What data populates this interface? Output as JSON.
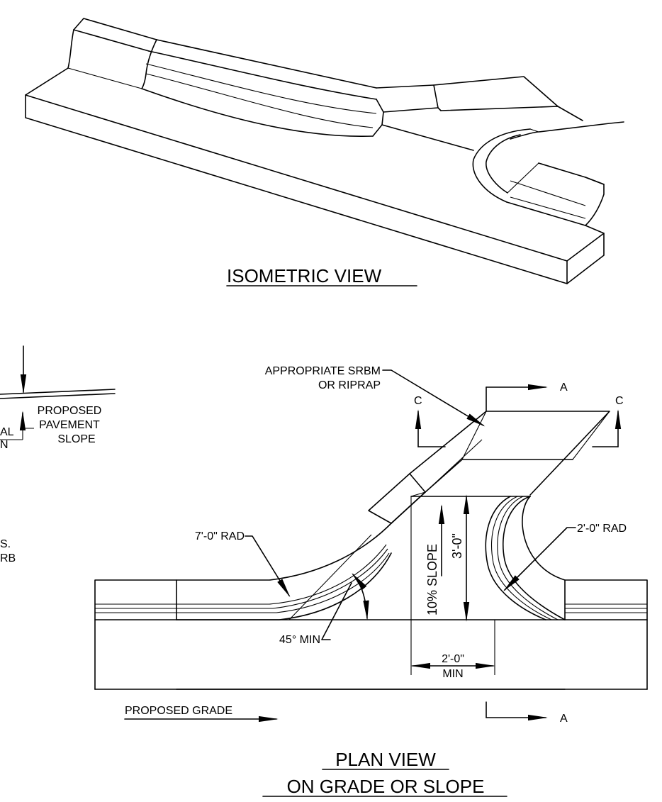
{
  "titles": {
    "isometric": "ISOMETRIC VIEW",
    "plan_line1": "PLAN VIEW",
    "plan_line2": "ON GRADE OR SLOPE"
  },
  "left_partial": {
    "proposed_1": "PROPOSED",
    "pavement": "PAVEMENT",
    "slope": "SLOPE",
    "frag_al": "AL",
    "frag_n": "N",
    "frag_s": "S.",
    "frag_rb": "RB"
  },
  "plan": {
    "srbm_1": "APPROPRIATE SRBM",
    "srbm_2": "OR RIPRAP",
    "section_a": "A",
    "section_c": "C",
    "rad_7": "7'-0\" RAD",
    "rad_2": "2'-0\" RAD",
    "slope_pct": "10% SLOPE",
    "height": "3'-0\"",
    "angle": "45° MIN",
    "width_1": "2'-0\"",
    "width_2": "MIN",
    "proposed_grade": "PROPOSED GRADE"
  }
}
